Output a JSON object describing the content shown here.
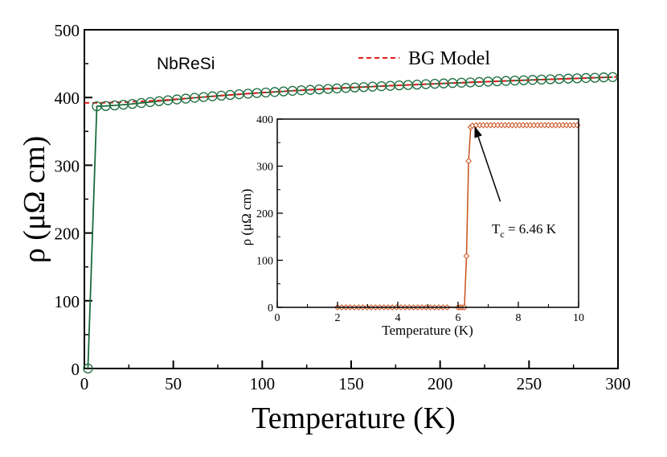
{
  "chart_data": [
    {
      "id": "main",
      "type": "scatter",
      "xlabel": "Temperature (K)",
      "ylabel": "ρ (μΩ cm)",
      "xlim": [
        0,
        300
      ],
      "ylim": [
        0,
        500
      ],
      "xticks": [
        0,
        50,
        100,
        150,
        200,
        250,
        300
      ],
      "yticks": [
        0,
        100,
        200,
        300,
        400,
        500
      ],
      "grid": false,
      "annotation": "NbReSi",
      "series": [
        {
          "name": "",
          "style": "open-circles-with-line",
          "color": "#1a6b3c",
          "x": [
            2,
            7,
            12,
            17,
            22,
            27,
            32,
            37,
            42,
            47,
            52,
            57,
            62,
            67,
            72,
            77,
            82,
            87,
            92,
            97,
            102,
            107,
            112,
            117,
            122,
            127,
            132,
            137,
            142,
            147,
            152,
            157,
            162,
            167,
            172,
            177,
            182,
            187,
            192,
            197,
            202,
            207,
            212,
            217,
            222,
            227,
            232,
            237,
            242,
            247,
            252,
            257,
            262,
            267,
            272,
            277,
            282,
            287,
            292,
            297
          ],
          "y": [
            0,
            387,
            387.5,
            388.4,
            389.4,
            390.6,
            391.9,
            393.3,
            394.6,
            395.9,
            397.2,
            398.4,
            399.6,
            400.7,
            401.8,
            402.8,
            403.8,
            404.8,
            405.7,
            406.6,
            407.4,
            408.2,
            409.0,
            409.8,
            410.6,
            411.3,
            412.0,
            412.7,
            413.4,
            414.1,
            414.8,
            415.4,
            416.1,
            416.7,
            417.3,
            417.9,
            418.5,
            419.1,
            419.7,
            420.3,
            420.8,
            421.4,
            421.9,
            422.4,
            422.9,
            423.5,
            424.0,
            424.5,
            425.0,
            425.5,
            426.0,
            426.5,
            427.0,
            427.4,
            427.9,
            428.3,
            428.8,
            429.2,
            429.7,
            430.2
          ]
        },
        {
          "name": "BG Model",
          "style": "dashed-line",
          "color": "#e0201b",
          "x": [
            0,
            7,
            20,
            40,
            60,
            80,
            100,
            120,
            140,
            160,
            180,
            200,
            220,
            240,
            260,
            280,
            300
          ],
          "y": [
            392,
            392,
            393,
            395.3,
            399.2,
            403.4,
            407.2,
            410.5,
            413.7,
            416.0,
            418.4,
            420.6,
            422.7,
            424.8,
            426.6,
            428.5,
            430.5
          ]
        }
      ],
      "legend": "top-right"
    },
    {
      "id": "inset",
      "type": "scatter",
      "xlabel": "Temperature (K)",
      "ylabel": "ρ (μΩ cm)",
      "xlim": [
        0,
        10
      ],
      "ylim": [
        0,
        400
      ],
      "xticks": [
        0,
        2,
        4,
        6,
        8,
        10
      ],
      "yticks": [
        0,
        100,
        200,
        300,
        400
      ],
      "grid": false,
      "annotation": {
        "text_main": "T",
        "text_sub": "c",
        "text_rest": " = 6.46 K",
        "arrow_from": [
          7.4,
          225
        ],
        "arrow_to": [
          6.55,
          385
        ]
      },
      "series": [
        {
          "name": "",
          "style": "open-diamonds-with-line",
          "color": "#c8501a",
          "x": [
            2.0,
            2.14,
            2.28,
            2.42,
            2.56,
            2.7,
            2.84,
            2.98,
            3.12,
            3.26,
            3.4,
            3.54,
            3.68,
            3.82,
            3.96,
            4.1,
            4.24,
            4.38,
            4.52,
            4.66,
            4.8,
            4.94,
            5.08,
            5.22,
            5.36,
            5.5,
            5.64,
            6.0,
            6.07,
            6.14,
            6.21,
            6.28,
            6.35,
            6.42,
            6.48,
            6.6,
            6.72,
            6.84,
            6.96,
            7.08,
            7.2,
            7.32,
            7.44,
            7.56,
            7.68,
            7.8,
            7.92,
            8.04,
            8.16,
            8.28,
            8.4,
            8.52,
            8.64,
            8.76,
            8.88,
            9.0,
            9.12,
            9.24,
            9.36,
            9.48,
            9.6,
            9.72,
            9.84,
            9.96
          ],
          "y": [
            0,
            0,
            0,
            0,
            0,
            0,
            0,
            0,
            0,
            0,
            0,
            0,
            0,
            0,
            0,
            0,
            0,
            0,
            0,
            0,
            0,
            0,
            0,
            0,
            0,
            0,
            0,
            0,
            0,
            0,
            0,
            109,
            311,
            383,
            386,
            387,
            387,
            387,
            387,
            387,
            387,
            387,
            387,
            387,
            387,
            387,
            387,
            387,
            387,
            387,
            387,
            387,
            387,
            387,
            387,
            387,
            387,
            387,
            387,
            387,
            387,
            387,
            387,
            387
          ]
        }
      ]
    }
  ]
}
